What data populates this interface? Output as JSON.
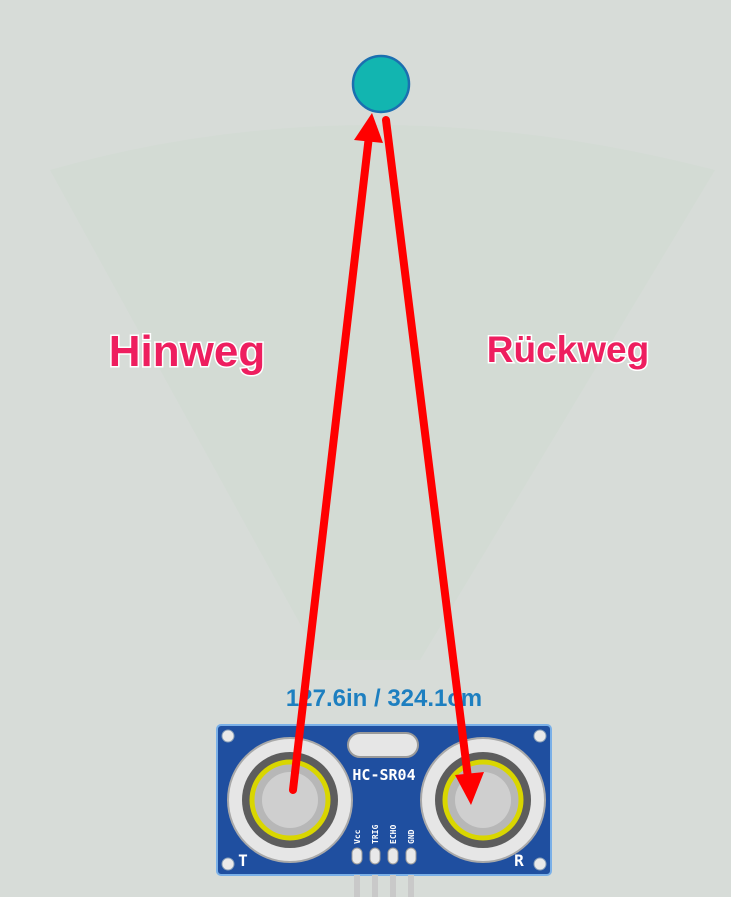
{
  "labels": {
    "outbound": "Hinweg",
    "return": "Rückweg"
  },
  "distance_readout": "127.6in / 324.1cm",
  "sensor": {
    "model": "HC-SR04",
    "pins": [
      "Vcc",
      "TRIG",
      "ECHO",
      "GND"
    ],
    "transmitter_mark": "T",
    "receiver_mark": "R"
  },
  "colors": {
    "background": "#d7dcd8",
    "beam_cone": "#d3dcd4",
    "target": "#12b5b0",
    "arrow": "#ff0000",
    "label": "#ee1e5f",
    "readout": "#1d7fc0",
    "pcb": "#1f4fa0"
  },
  "icons": {
    "target": "circle-obstacle",
    "transducers": "ultrasonic-transducer"
  }
}
